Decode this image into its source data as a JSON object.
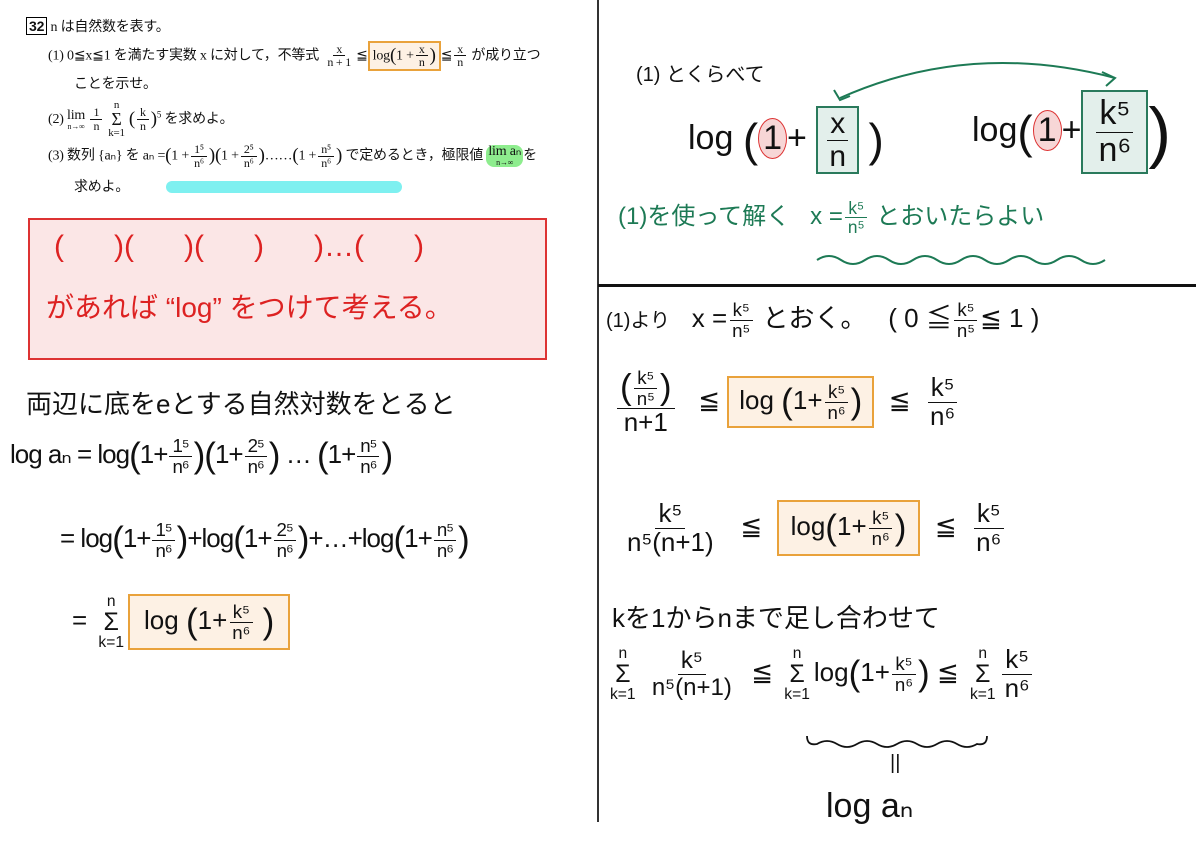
{
  "problem": {
    "number": "32",
    "intro": "n は自然数を表す。",
    "q1": {
      "label": "(1)",
      "a": "0≦x≦1 を満たす実数 x に対して，不等式",
      "f1n": "x",
      "f1d": "n + 1",
      "le": "≦",
      "log": "log",
      "op": "1 +",
      "f2n": "x",
      "f2d": "n",
      "f3n": "x",
      "f3d": "n",
      "b": "が成り立つ",
      "c": "ことを示せ。"
    },
    "q2": {
      "label": "(2)",
      "lim": "lim",
      "sub": "n→∞",
      "f1n": "1",
      "f1d": "n",
      "sig": "Σ",
      "sigt": "n",
      "sigb": "k=1",
      "fn": "k",
      "fd": "n",
      "exp": "5",
      "tail": "を求めよ。"
    },
    "q3": {
      "label": "(3)",
      "a": "数列 {aₙ} を aₙ =",
      "op": "1 +",
      "t1n": "1⁵",
      "t2n": "2⁵",
      "tnn": "n⁵",
      "den": "n⁶",
      "dots": "……",
      "b": "で定めるとき，極限値",
      "lim": "lim aₙ",
      "sub": "n→∞",
      "c": "を",
      "d": "求めよ。"
    }
  },
  "note": {
    "parens": "(      )(      )(      )      )…(      )",
    "text": "があれば “log” をつけて考える。"
  },
  "left": {
    "heading": "両辺に底をeとする自然対数をとると",
    "l1": {
      "lhs": "log aₙ =",
      "log": "log",
      "op": "1+",
      "n1": "1⁵",
      "n2": "2⁵",
      "nn": "n⁵",
      "d": "n⁶",
      "dots": "…"
    },
    "l2": {
      "eq": "=",
      "log": "log",
      "op": "1+",
      "n1": "1⁵",
      "n2": "2⁵",
      "nn": "n⁵",
      "d": "n⁶",
      "plus": "+",
      "dots": "…"
    },
    "l3": {
      "eq": "=",
      "sig": "Σ",
      "sigt": "n",
      "sigb": "k=1",
      "log": "log",
      "op": "1+",
      "n": "k⁵",
      "d": "n⁶"
    }
  },
  "right_top": {
    "heading": "(1) とくらべて",
    "log": "log",
    "one": "1",
    "plus": "+",
    "a_n": "x",
    "a_d": "n",
    "b_n": "k⁵",
    "b_d": "n⁶",
    "hint": "(1)を使って解く",
    "sub_x": "x =",
    "sub_n": "k⁵",
    "sub_d": "n⁵",
    "hint_tail": "とおいたらよい"
  },
  "right_bottom": {
    "r1": {
      "a": "(1)より",
      "x": "x =",
      "n": "k⁵",
      "d": "n⁵",
      "b": "とおく。",
      "lp": "(",
      "zero": "0",
      "le": "≦",
      "one": "1",
      "rp": ")"
    },
    "r2": {
      "in": "k⁵",
      "id": "n⁵",
      "od": "n+1",
      "le": "≦",
      "log": "log",
      "op": "1+",
      "n": "k⁵",
      "d": "n⁶"
    },
    "r3": {
      "ln": "k⁵",
      "ld": "n⁵(n+1)",
      "le": "≦",
      "log": "log",
      "op": "1+",
      "n": "k⁵",
      "d": "n⁶"
    },
    "sum_text": "kを1からnまで足し合わせて",
    "r4": {
      "sig": "Σ",
      "sigt": "n",
      "sigb": "k=1",
      "ln": "k⁵",
      "ld": "n⁵(n+1)",
      "le": "≦",
      "log": "log",
      "op": "1+",
      "n": "k⁵",
      "d": "n⁶"
    },
    "eqsign": "||",
    "result": "log aₙ"
  },
  "colors": {
    "orange": "#e9a23b",
    "green": "#1d7a55",
    "red": "#d22",
    "cyan": "#7ef0f0"
  }
}
